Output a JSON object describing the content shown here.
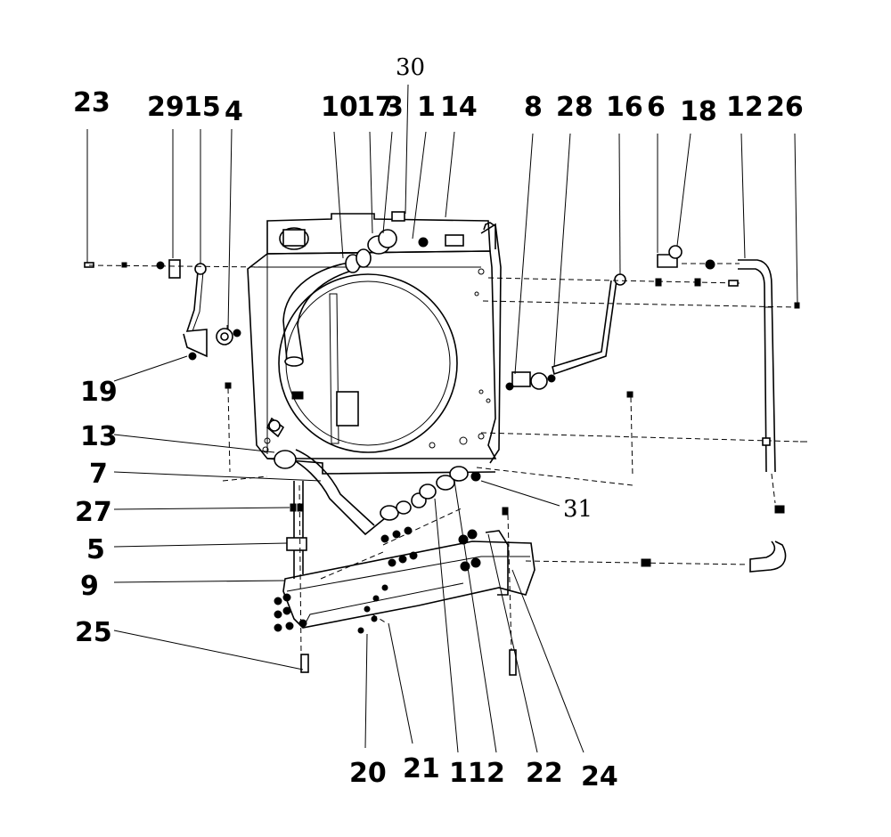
{
  "callouts": [
    {
      "id": "23",
      "text": "23"
    },
    {
      "id": "29",
      "text": "29"
    },
    {
      "id": "15",
      "text": "15"
    },
    {
      "id": "4",
      "text": "4"
    },
    {
      "id": "30",
      "text": "30"
    },
    {
      "id": "10",
      "text": "10"
    },
    {
      "id": "17",
      "text": "17"
    },
    {
      "id": "3",
      "text": "3"
    },
    {
      "id": "1",
      "text": "1"
    },
    {
      "id": "14",
      "text": "14"
    },
    {
      "id": "8",
      "text": "8"
    },
    {
      "id": "28",
      "text": "28"
    },
    {
      "id": "16",
      "text": "16"
    },
    {
      "id": "6",
      "text": "6"
    },
    {
      "id": "18",
      "text": "18"
    },
    {
      "id": "12",
      "text": "12"
    },
    {
      "id": "26",
      "text": "26"
    },
    {
      "id": "19",
      "text": "19"
    },
    {
      "id": "13",
      "text": "13"
    },
    {
      "id": "7",
      "text": "7"
    },
    {
      "id": "31",
      "text": "31"
    },
    {
      "id": "27",
      "text": "27"
    },
    {
      "id": "5",
      "text": "5"
    },
    {
      "id": "9",
      "text": "9"
    },
    {
      "id": "25",
      "text": "25"
    },
    {
      "id": "20",
      "text": "20"
    },
    {
      "id": "21",
      "text": "21"
    },
    {
      "id": "11",
      "text": "11"
    },
    {
      "id": "2",
      "text": "2"
    },
    {
      "id": "22",
      "text": "22"
    },
    {
      "id": "24",
      "text": "24"
    }
  ]
}
